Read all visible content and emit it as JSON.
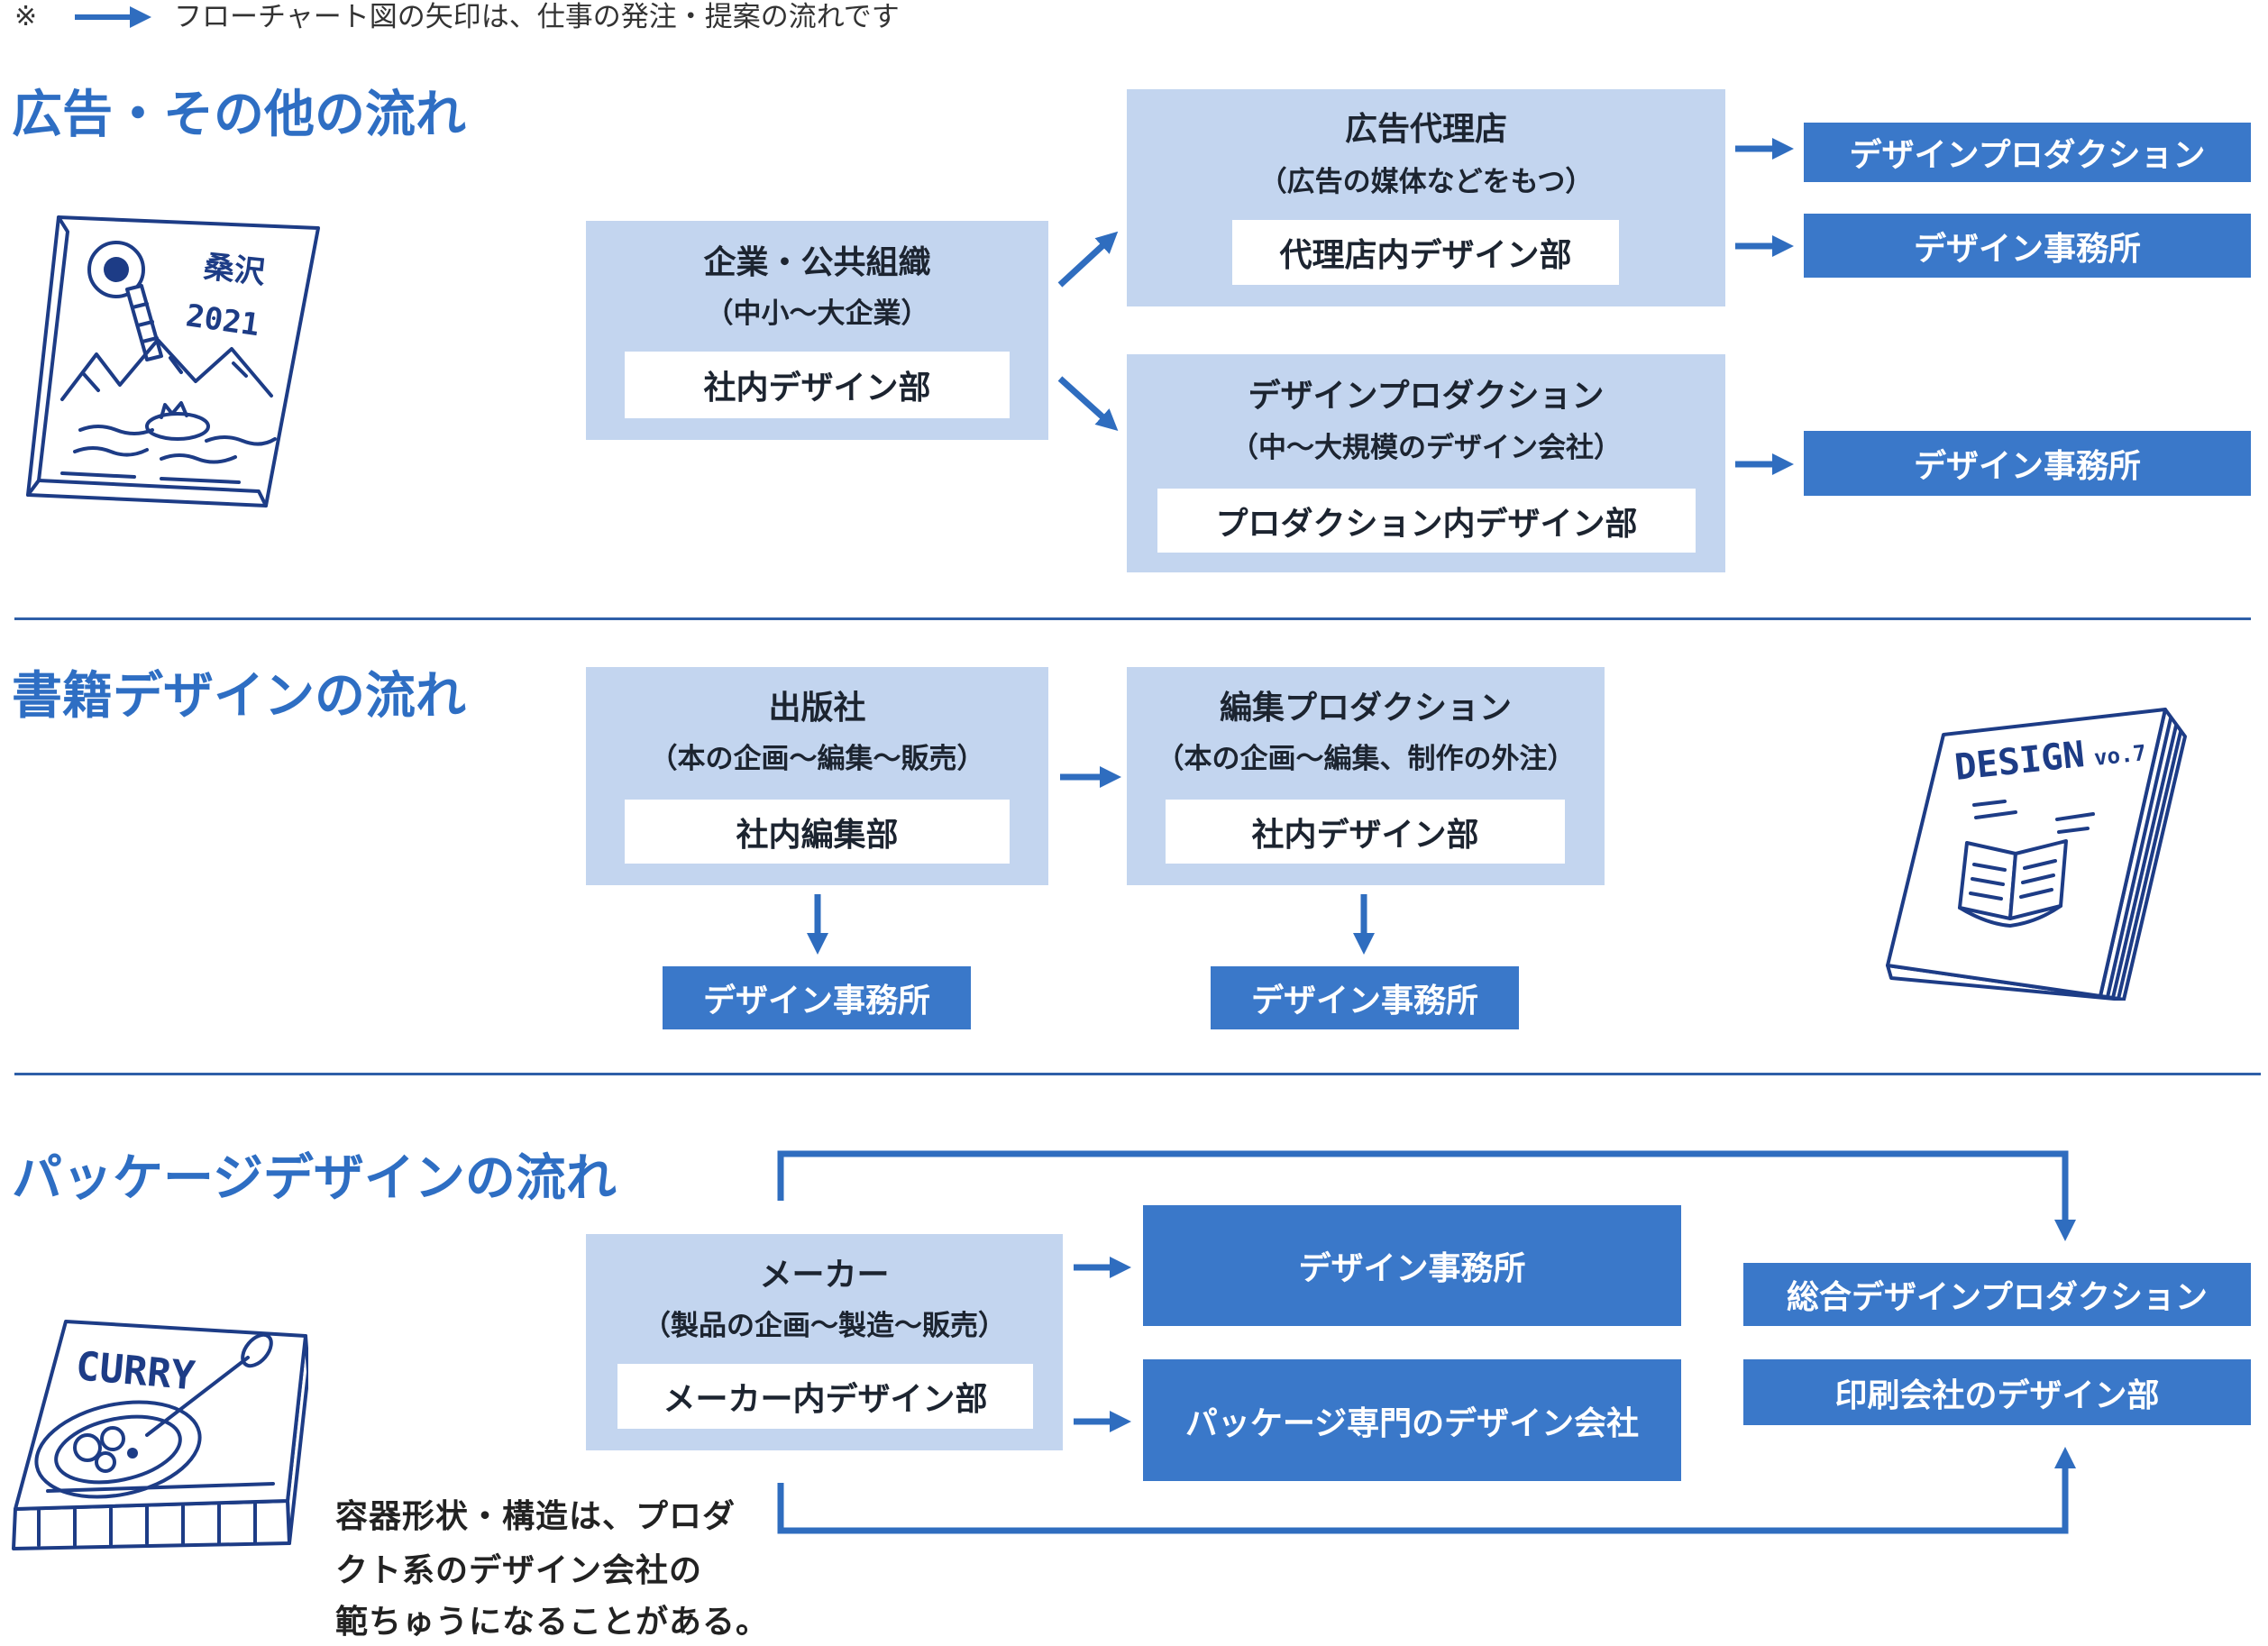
{
  "note": {
    "symbol": "※",
    "text": "フローチャート図の矢印は、仕事の発注・提案の流れです"
  },
  "colors": {
    "title": "#2e6ec3",
    "light_box": "#c3d5ef",
    "dark_box": "#3a78c9",
    "arrow": "#2f6dbf",
    "divider": "#2e5fa8",
    "illustration_ink": "#1d3c86"
  },
  "icons": {
    "flow_arrow": "arrow-right-icon"
  },
  "sections": {
    "ad": {
      "title": "広告・その他の流れ",
      "client": {
        "name": "企業・公共組織",
        "sub": "（中小〜大企業）",
        "dept": "社内デザイン部"
      },
      "agency": {
        "name": "広告代理店",
        "sub": "（広告の媒体などをもつ）",
        "dept": "代理店内デザイン部"
      },
      "production": {
        "name": "デザインプロダクション",
        "sub": "（中〜大規模のデザイン会社）",
        "dept": "プロダクション内デザイン部"
      },
      "outsource": [
        "デザインプロダクション",
        "デザイン事務所",
        "デザイン事務所"
      ]
    },
    "book": {
      "title": "書籍デザインの流れ",
      "publisher": {
        "name": "出版社",
        "sub": "（本の企画〜編集〜販売）",
        "dept": "社内編集部"
      },
      "editorial": {
        "name": "編集プロダクション",
        "sub": "（本の企画〜編集、制作の外注）",
        "dept": "社内デザイン部"
      },
      "outsource": [
        "デザイン事務所",
        "デザイン事務所"
      ]
    },
    "package": {
      "title": "パッケージデザインの流れ",
      "maker": {
        "name": "メーカー",
        "sub": "（製品の企画〜製造〜販売）",
        "dept": "メーカー内デザイン部"
      },
      "middle": [
        "デザイン事務所",
        "パッケージ専門のデザイン会社"
      ],
      "right": [
        "総合デザインプロダクション",
        "印刷会社のデザイン部"
      ],
      "side_note": [
        "容器形状・構造は、プロダ",
        "クト系のデザイン会社の",
        "範ちゅうになることがある。"
      ]
    }
  },
  "illustrations": {
    "magazine": {
      "kanji": "桑沢",
      "year": "2021"
    },
    "book": {
      "title": "DESIGN",
      "issue": "vo.7"
    },
    "curry": {
      "label": "CURRY"
    }
  }
}
